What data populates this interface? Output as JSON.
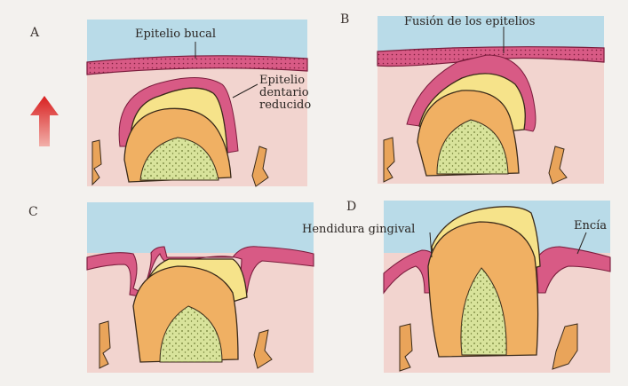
{
  "panels": [
    {
      "letter": "A",
      "labels": {
        "oral_epithelium": "Epitelio bucal",
        "reduced_epithelium": [
          "Epitelio",
          "dentario",
          "reducido"
        ]
      }
    },
    {
      "letter": "B",
      "labels": {
        "fusion": "Fusión de los epitelios"
      }
    },
    {
      "letter": "C",
      "labels": {}
    },
    {
      "letter": "D",
      "labels": {
        "gingival_sulcus": "Hendidura gingival",
        "gum": "Encía"
      }
    }
  ],
  "colors": {
    "background": "#f3f1ee",
    "oral_cavity": "#b9dbe8",
    "connective_tissue": "#f2d4cf",
    "epithelium": "#d85a85",
    "enamel": "#f6e38a",
    "dentin": "#f0b063",
    "pulp": "#d8e39b",
    "bone": "#e9a45a",
    "arrow": "#d81f1f"
  },
  "icons": {
    "eruption_arrow": "up-arrow-icon"
  }
}
